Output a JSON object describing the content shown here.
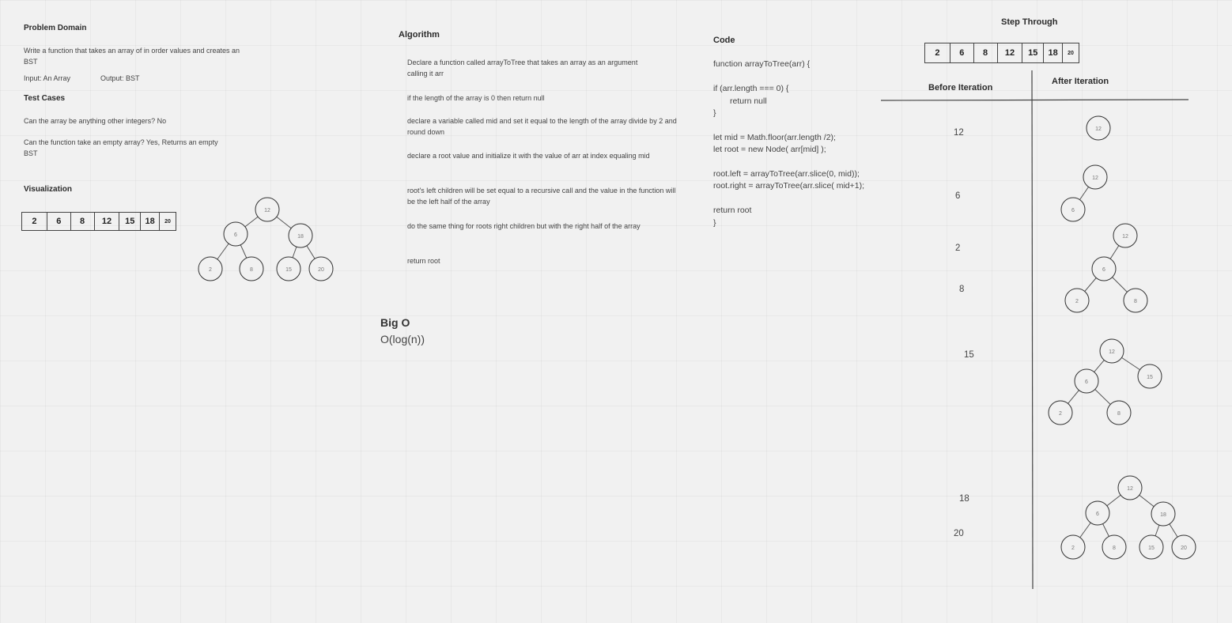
{
  "problem": {
    "heading": "Problem Domain",
    "description": "Write a function that takes an array of in order values and creates an BST",
    "input": "Input: An Array",
    "output": "Output: BST"
  },
  "tests": {
    "heading": "Test Cases",
    "case1": "Can the array be anything other integers? No",
    "case2": "Can the function take an empty array? Yes, Returns an empty BST"
  },
  "visualization": {
    "heading": "Visualization",
    "array": [
      "2",
      "6",
      "8",
      "12",
      "15",
      "18",
      "20"
    ]
  },
  "algorithm": {
    "heading": "Algorithm",
    "steps": [
      "Declare a function called arrayToTree that takes an array as an argument calling it arr",
      "if the length of the array is 0 then return null",
      "declare a variable called mid and set it equal to the length of the array divide by 2 and round down",
      "declare a root value and initialize it with the value of arr at index equaling mid",
      "root's left children will be set equal to a recursive call and the value in the function will be the left half of the array",
      "do the same thing for roots right children but with the right half of the array",
      "return root"
    ]
  },
  "bigo": {
    "heading": "Big O",
    "value": "O(log(n))"
  },
  "code": {
    "heading": "Code",
    "lines": [
      "function arrayToTree(arr) {",
      "if (arr.length === 0) {",
      "return null",
      "}",
      "let mid = Math.floor(arr.length /2);",
      "let root = new Node( arr[mid] );",
      "root.left = arrayToTree(arr.slice(0, mid));",
      "root.right = arrayToTree(arr.slice( mid+1);",
      "return root",
      "}"
    ]
  },
  "step": {
    "heading": "Step Through",
    "array": [
      "2",
      "6",
      "8",
      "12",
      "15",
      "18",
      "20"
    ],
    "before_label": "Before Iteration",
    "after_label": "After Iteration",
    "before_values": [
      "12",
      "6",
      "2",
      "8",
      "15",
      "18",
      "20"
    ]
  },
  "trees": {
    "vis": [
      "12",
      "6",
      "18",
      "2",
      "8",
      "15",
      "20"
    ],
    "t1": [
      "12"
    ],
    "t2": [
      "12",
      "6"
    ],
    "t3": [
      "12",
      "6",
      "2",
      "8"
    ],
    "t4": [
      "12",
      "6",
      "15",
      "2",
      "8"
    ],
    "t5": [
      "12",
      "6",
      "18",
      "2",
      "8",
      "15",
      "20"
    ]
  }
}
